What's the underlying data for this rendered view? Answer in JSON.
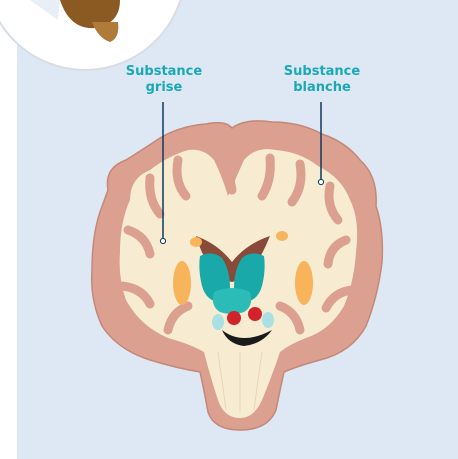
{
  "labels": {
    "grey_matter_line1": "Substance",
    "grey_matter_line2": "grise",
    "white_matter_line1": "Substance",
    "white_matter_line2": "blanche"
  },
  "colors": {
    "background": "#dde8f4",
    "label": "#1aa8b6",
    "grey_matter": "#dca090",
    "white_matter": "#f7ecd2",
    "basal_ganglia": "#19a9a8",
    "putamen": "#f8b45a",
    "red_nuclei": "#d0232a",
    "ventricle": "#8a4a3a"
  }
}
